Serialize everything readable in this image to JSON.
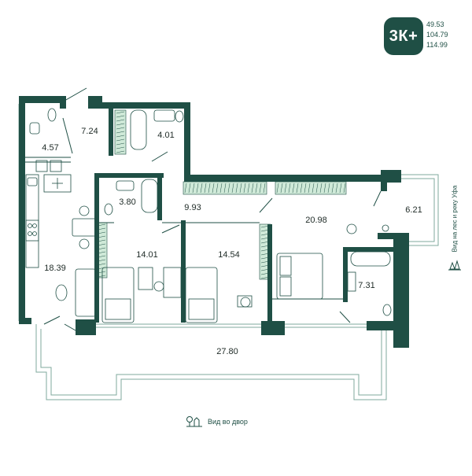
{
  "badge": {
    "type": "3К+",
    "areas": [
      "49.53",
      "104.79",
      "114.99"
    ]
  },
  "rooms": [
    {
      "id": "wc-small",
      "area": "4.57"
    },
    {
      "id": "hall",
      "area": "7.24"
    },
    {
      "id": "bath-1",
      "area": "4.01"
    },
    {
      "id": "bath-2",
      "area": "3.80"
    },
    {
      "id": "corridor",
      "area": "9.93"
    },
    {
      "id": "living",
      "area": "20.98"
    },
    {
      "id": "balcony-right",
      "area": "6.21"
    },
    {
      "id": "kitchen",
      "area": "18.39"
    },
    {
      "id": "bedroom-1",
      "area": "14.01"
    },
    {
      "id": "bedroom-2",
      "area": "14.54"
    },
    {
      "id": "bath-3",
      "area": "7.31"
    },
    {
      "id": "terrace",
      "area": "27.80"
    }
  ],
  "views": {
    "bottom": "Вид во двор",
    "right": "Вид на лес и реку Уфа"
  },
  "colors": {
    "wall": "#1f4f45",
    "thin": "#7fa89d",
    "accent_fill": "#cfe9d8"
  }
}
